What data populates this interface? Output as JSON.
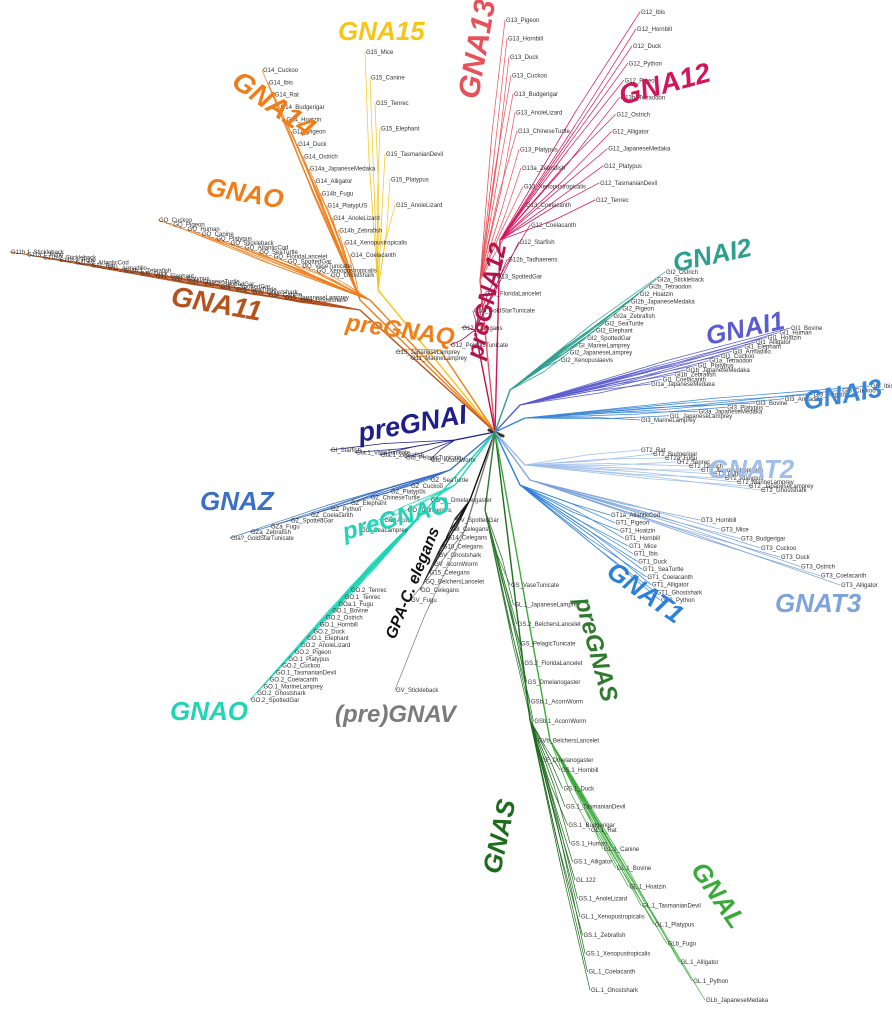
{
  "clades": [
    {
      "id": "GNA15",
      "label": "GNA15",
      "color": "#f5c518",
      "leaves": [
        "G15_Mice",
        "G15_Canine",
        "G15_Tenrec",
        "G15_Elephant",
        "G15_TasmanianDevil",
        "G15_Platypus",
        "G15_AnoleLizard"
      ]
    },
    {
      "id": "GNA14",
      "label": "GNA14",
      "color": "#ef7d1a",
      "leaves": [
        "G14_Cuckoo",
        "G14_Ibis",
        "G14_Rat",
        "G14_Budgerigar",
        "G14_Hoatzin",
        "G14_Pigeon",
        "G14_Duck",
        "G14_Ostrich",
        "G14a_JapaneseMedaka",
        "G14_Alligator",
        "G14b_Fugu",
        "G14_PlatypUS",
        "G14_AnoleLizard",
        "G14b_Zebrafish",
        "G14_Xenopustropicalis",
        "G14_Coelacanth"
      ]
    },
    {
      "id": "GNA13",
      "label": "GNA13",
      "color": "#e8505b",
      "leaves": [
        "G13_Pigeon",
        "G13_Hornbill",
        "G13_Duck",
        "G13_Cuckoo",
        "G13_Budgerigar",
        "G13_AnoleLizard",
        "G13_ChineseTurtle",
        "G13_Platypus",
        "G13a_Zebrafish",
        "G13_Xenopustropicalis",
        "G13_Coelacanth"
      ]
    },
    {
      "id": "GNA12",
      "label": "GNA12",
      "color": "#d4145a",
      "leaves": [
        "G12_Ibis",
        "G12_Hornbill",
        "G12_Duck",
        "G12_Python",
        "G12_Pigeon",
        "G13b_Tetraodon",
        "G12_Ostrich",
        "G12_Alligator",
        "G12_JapaneseMedaka",
        "G12_Platypus",
        "G12_TasmanianDevil",
        "G12_Tenrec"
      ]
    },
    {
      "id": "preGNA12",
      "label": "preGNA12",
      "color": "#b3144e",
      "leaves": [
        "G12_Coelacanth",
        "G12_Starfish",
        "G12b_Tadhaerens",
        "G13_SpottedGar",
        "G12_FloridaLancelet",
        "G12_GoldStarTunicate",
        "G12_Celegans",
        "G12_PelagicTunicate"
      ]
    },
    {
      "id": "GNAO",
      "label": "GNAO",
      "color": "#ef7d1a",
      "leaves": [
        "GQ_Cuckoo",
        "GQ_Pigeon",
        "GQ_Human",
        "GQ_Canine",
        "GQ_Platypus",
        "GQ_Stickleback",
        "GQ_AtlanticCod",
        "GQ_SeaTurtle",
        "GQ_FloridaLancelet",
        "GQ_SpottedGar",
        "GQ_VaseTunicate",
        "GQ_Xenopustropicalis",
        "GQ_Ghostshark"
      ]
    },
    {
      "id": "GNA11",
      "label": "GNA11",
      "color": "#b5521e",
      "leaves": [
        "G11b.1_Stickleback",
        "G11a.1_Fugu",
        "G11b.2_Stickleback",
        "G11b.2_Fugu",
        "G11a.2_AtlanticCod",
        "G11_Rat",
        "G11_Armadillo",
        "G11b.1_Zebrafish",
        "G11_Duck",
        "G11_Elephant",
        "G11_Platypus",
        "G11_ChineseTurtle",
        "G11.2_SpottedGar",
        "G11.1_SpottedGar",
        "G11_SeaTurtle",
        "G11_Ghostshark",
        "G11_Canine",
        "G15_JapaneseLamprey",
        "G15_Ghostshark"
      ]
    },
    {
      "id": "preGNAQ",
      "label": "preGNAQ",
      "color": "#ef7d1a",
      "leaves": [
        "G15_JapaneseLamprey",
        "G11_MarineLamprey"
      ]
    },
    {
      "id": "GNAI2",
      "label": "GNAI2",
      "color": "#2e9e8e",
      "leaves": [
        "GI2_Ostrich",
        "GI2a_Stickleback",
        "GI2b_Tetraodon",
        "GI2_Hoatzin",
        "GI2b_JapaneseMedaka",
        "GI2_Pigeon",
        "GI2a_Zebrafish",
        "GI2_SeaTurtle",
        "GI2_Elephant",
        "GI2_SpottedGar",
        "GI_MarineLamprey",
        "GI2_JapaneseLamprey",
        "GI2_Xenopuslaevis"
      ]
    },
    {
      "id": "GNAI1",
      "label": "GNAI1",
      "color": "#5a5ccf",
      "leaves": [
        "GI1_Bovine",
        "GI1_Human",
        "GI1_Hoatzin",
        "GI1_Alligator",
        "GI1_Elephant",
        "GI3_Armadillo",
        "GI1_Cuckoo",
        "GI1a_Tetraodon",
        "GI1_Platypus",
        "GI1b_JapaneseMedaka",
        "GI1b_Zebrafish",
        "GI1_Coelacanth",
        "GI1a_JapaneseMedaka"
      ]
    },
    {
      "id": "GNAI3",
      "label": "GNAI3",
      "color": "#3a86d6",
      "leaves": [
        "GI3_Ibis",
        "GI3_Cuckoo",
        "GI3_Alligator",
        "GI3_Armadillo",
        "GI3_Bovine",
        "GI3_Platypus",
        "GI3a_JapaneseMedaka",
        "GI1_JapaneseLamprey",
        "GI3_MarineLamprey"
      ]
    },
    {
      "id": "preGNAI",
      "label": "preGNAI",
      "color": "#1f1f8a",
      "leaves": [
        "GI_Starfish",
        "GIa.1_VaseTunicate",
        "GIa.1_Zebrafish",
        "GIb_PelagicTunicate",
        "GIb_AcornWorm"
      ]
    },
    {
      "id": "GNAZ",
      "label": "GNAZ",
      "color": "#3a6fc4",
      "leaves": [
        "GIa?_GoldStarTunicate",
        "GZa_Zebrafish",
        "GZa_Fugu",
        "GZ_SpottedGar",
        "GZ_Coelacanth",
        "GZ_Python",
        "GZ_Elephant",
        "GZ_ChineseTurtle",
        "GZ_Platypus",
        "GZ_Cuckoo",
        "GZ_SeaTurtle"
      ]
    },
    {
      "id": "preGNAO",
      "label": "preGNAO",
      "color": "#22d3b5",
      "leaves": [
        "GO_SeaLamprey",
        "GO_Acorn",
        "GO_Tadhaerens",
        "GO_A_Dmelanogaster"
      ]
    },
    {
      "id": "GNAT2",
      "label": "GNAT2",
      "color": "#9fbfea",
      "leaves": [
        "GT2_Ghostshark",
        "GT2_JapaneseLamprey",
        "GT2_MarineLamprey",
        "GT2_Platypus",
        "GT2_Python",
        "GT2_Xenopustropicalis",
        "GT2_Ostrich",
        "GT2_Tenrec",
        "GT2a_Fugu",
        "GT2_Budgerigar",
        "GT2_Rat"
      ]
    },
    {
      "id": "GNAT1",
      "label": "GNAT1",
      "color": "#2d7fdc",
      "leaves": [
        "GT3_Python",
        "GT1_Ghostshark",
        "GT1_Alligator",
        "GT1_Coelacanth",
        "GT1_SeaTurtle",
        "GT1_Duck",
        "GT1_Ibis",
        "GT1_Mice",
        "GT1_Hornbill",
        "GT1_Hoatzin",
        "GT1_Pigeon",
        "GT1a_AtlanticCod"
      ]
    },
    {
      "id": "GNAT3",
      "label": "GNAT3",
      "color": "#7da3dc",
      "leaves": [
        "GT3_Alligator",
        "GT3_Coelacanth",
        "GT3_Ostrich",
        "GT3_Duck",
        "GT3_Cuckoo",
        "GT3_Budgerigar",
        "GT3_Mice",
        "GT3_Hornbill"
      ]
    },
    {
      "id": "GNAO1",
      "label": "GNAO",
      "color": "#22d3b5",
      "leaves": [
        "GO.2_SpottedGar",
        "GO.2_Ghostshark",
        "GO.1_MarineLamprey",
        "GO.2_Coelacanth",
        "GO.1_TasmanianDevil",
        "GO.2_Cuckoo",
        "GO.1_Platypus",
        "GO.2_Pigeon",
        "GO.2_AnoleLizard",
        "GO.1_Elephant",
        "GO.2_Duck",
        "GO.1_Hornbill",
        "GO.2_Ostrich",
        "GO.1_Bovine",
        "GOa.1_Fugu",
        "GO.1_Tenrec",
        "GO.2_Tenrec"
      ]
    },
    {
      "id": "GPA",
      "label": "GPA-C. elegans",
      "color": "#111111",
      "leaves": [
        "GO_Celegans",
        "GQ_BelchersLancelet",
        "G15_Celegans",
        "GV_AcornWorm",
        "GV_Ghostshark",
        "G10_Celegans",
        "G14_Celegans",
        "G8_Celegans",
        "GV_SpottedGar"
      ]
    },
    {
      "id": "preGNAV",
      "label": "(pre)GNAV",
      "color": "#7b7b7b",
      "leaves": [
        "GV_Stickleback",
        "GV_Fugu"
      ]
    },
    {
      "id": "preGNAS",
      "label": "preGNAS",
      "color": "#2f7a2f",
      "leaves": [
        "GF_Dmelanogaster",
        "GVb_BelchersLancelet",
        "GSb.1_AcornWorm",
        "GSb.1_AcornWorm",
        "GS_Dmelanogaster",
        "GS.2_FloridaLancelet",
        "GS_PelagicTunicate",
        "GS.2_BelchersLancelet",
        "GL.1_JapaneseLamprey",
        "GS_VaseTunicate"
      ]
    },
    {
      "id": "GNAS",
      "label": "GNAS",
      "color": "#1e6b1e",
      "leaves": [
        "GL.1_Ghostshark",
        "GL.1_Coelacanth",
        "GS.1_Xenopustropicalis",
        "GS.1_Zebrafish",
        "GL.1_Xenopustropicalis",
        "GS.1_AnoleLizard",
        "GL.122",
        "GS.1_Alligator",
        "GS.1_Human",
        "GS.1_Budgerigar",
        "GS.1_TasmanianDevil",
        "GS.1_Duck",
        "GS.1_Hornbill"
      ]
    },
    {
      "id": "GNAL",
      "label": "GNAL",
      "color": "#3aaa3a",
      "leaves": [
        "GLb_JapaneseMedaka",
        "GL.1_Python",
        "GL.1_Alligator",
        "GLb_Fugu",
        "GL.1_Platypus",
        "GL.1_TasmanianDevil",
        "GL.1_Hoatzin",
        "GL.1_Bovine",
        "GL.1_Canine",
        "GL.1_Rat"
      ]
    }
  ]
}
